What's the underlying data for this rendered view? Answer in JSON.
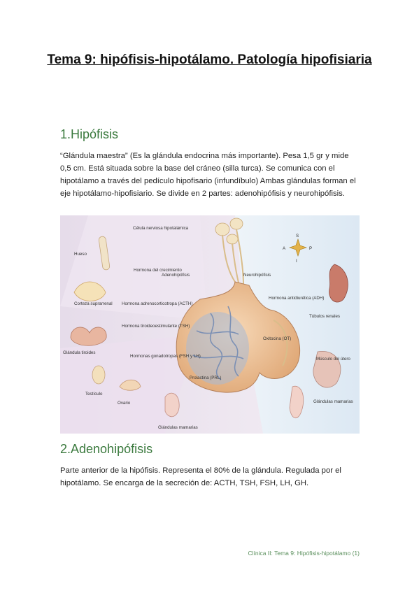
{
  "title": "Tema 9: hipófisis-hipotálamo. Patología hipofisiaria",
  "sections": [
    {
      "heading": "1.Hipófisis",
      "body": "“Glándula maestra” (Es la glándula endocrina más importante). Pesa 1,5 gr y mide 0,5 cm. Está situada sobre la base del cráneo (silla turca). Se comunica con el hipotálamo a través del pedículo hipofisario (infundíbulo) Ambas glándulas forman el eje hipotálamo-hipofisiario. Se divide en 2 partes: adenohipófisis y neurohipófisis."
    },
    {
      "heading": "2.Adenohipófisis",
      "body": "Parte anterior de la hipófisis. Representa el 80% de la glándula. Regulada por el hipotálamo. Se encarga de la secreción de: ACTH, TSH, FSH, LH, GH."
    }
  ],
  "figure": {
    "labels": {
      "celula": "Célula nerviosa hipotalámica",
      "hueso": "Hueso",
      "gh": "Hormona del crecimiento",
      "adeno": "Adenohipófisis",
      "neuro": "Neurohipófisis",
      "corteza": "Corteza suprarrenal",
      "acth": "Hormona adrenocorticotropa (ACTH)",
      "tsh": "Hormona tiroideoestimulante (TSH)",
      "adh": "Hormona antidiurética (ADH)",
      "tubulos": "Túbulos renales",
      "tiroides": "Glándula tiroides",
      "gonado": "Hormonas gonadotropas (FSH y LH)",
      "ot": "Oxitocina (OT)",
      "musculo": "Músculo del útero",
      "prl": "Prolactina (PRL)",
      "testiculo": "Testículo",
      "ovario": "Ovario",
      "mamarias_r": "Glándulas mamarias",
      "mamarias_b": "Glándulas mamarias",
      "compass_s": "S",
      "compass_i": "I",
      "compass_a": "A",
      "compass_p": "P"
    }
  },
  "footer": "Clínica II: Tema 9: Hipófisis-hipotálamo (1)"
}
